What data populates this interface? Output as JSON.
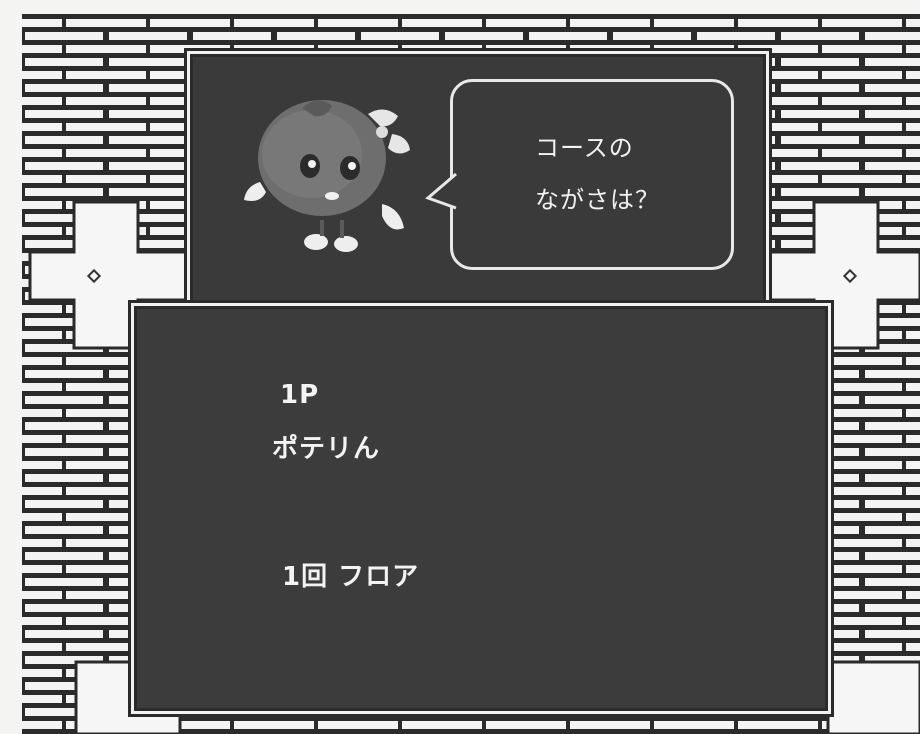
{
  "dialog": {
    "line1": "コースの",
    "line2": "ながさは？"
  },
  "player": {
    "slot": "1P",
    "name": "ポテリん"
  },
  "course": {
    "length_label": "1回 フロア"
  },
  "colors": {
    "panel": "#3a3a3a",
    "brick_mortar": "#f1f1f1",
    "brick_line": "#2b2b2b",
    "text": "#f3f3f3"
  },
  "icons": {
    "character": "tomato-character-icon"
  }
}
